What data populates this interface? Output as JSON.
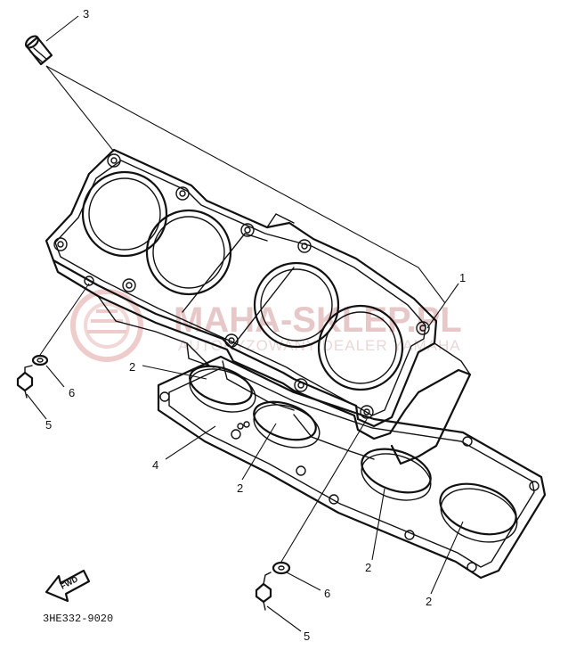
{
  "callouts": [
    {
      "id": "c3",
      "text": "3"
    },
    {
      "id": "c1",
      "text": "1"
    },
    {
      "id": "c2a",
      "text": "2"
    },
    {
      "id": "c2b",
      "text": "2"
    },
    {
      "id": "c2c",
      "text": "2"
    },
    {
      "id": "c2d",
      "text": "2"
    },
    {
      "id": "c4",
      "text": "4"
    },
    {
      "id": "c6a",
      "text": "6"
    },
    {
      "id": "c5a",
      "text": "5"
    },
    {
      "id": "c6b",
      "text": "6"
    },
    {
      "id": "c5b",
      "text": "5"
    }
  ],
  "fwd_label": "FWD",
  "part_code": "3HE332-9020",
  "watermark": {
    "brand": "MAHA-SKLEP.PL",
    "tagline": "AUTORYZOWANY DEALER YAMAHA",
    "color": "#e7c8c8"
  },
  "colors": {
    "ink": "#111111",
    "background": "#ffffff"
  }
}
